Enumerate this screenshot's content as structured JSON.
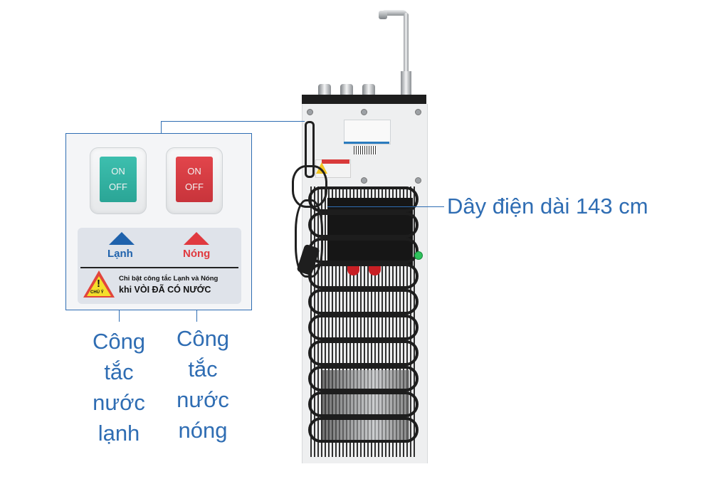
{
  "product": {
    "name": "water-purifier-rear-view",
    "colors": {
      "annotation": "#2f6db3",
      "cold_switch": "#2aa596",
      "hot_switch": "#c8343b",
      "led": "#2fc25c"
    }
  },
  "inset": {
    "switches": [
      {
        "on_label": "ON",
        "off_label": "OFF",
        "color": "#2aa596"
      },
      {
        "on_label": "ON",
        "off_label": "OFF",
        "color": "#c8343b"
      }
    ],
    "sticker": {
      "cold_word": "Lạnh",
      "hot_word": "Nóng",
      "warning_badge": "CHÚ Ý",
      "warning_exclaim": "!",
      "notice_line1": "Chỉ bật công tắc Lạnh và Nóng",
      "notice_line2": "khi VÒI ĐÃ CÓ NƯỚC"
    }
  },
  "annotations": {
    "cord": "Dây điện dài 143 cm",
    "cold_switch": [
      "Công",
      "tắc",
      "nước",
      "lạnh"
    ],
    "hot_switch": [
      "Công",
      "tắc",
      "nước",
      "nóng"
    ]
  }
}
